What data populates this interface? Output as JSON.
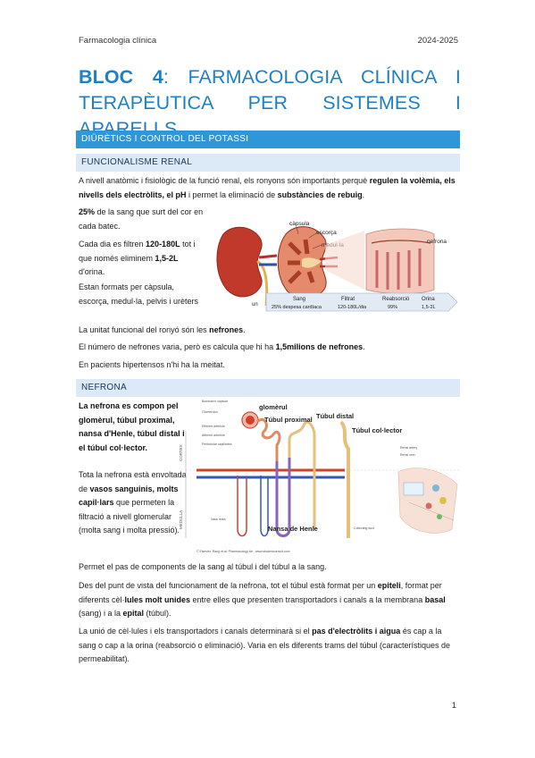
{
  "header": {
    "course": "Farmacologia clínica",
    "year": "2024-2025"
  },
  "title": {
    "bloc": "BLOC 4",
    "rest_line1": ": FARMACOLOGIA CLÍNICA I",
    "line2": "TERAPÈUTICA PER SISTEMES I APARELLS"
  },
  "section": "DIÜRÈTICS I CONTROL DEL POTASSI",
  "subsection1": "FUNCIONALISME RENAL",
  "intro": {
    "t1": "A nivell anatòmic i fisiològic de la funció renal, els ronyons són importants perquè ",
    "b1": "regulen la volèmia, els nivells dels electròlits, el pH",
    "t2": " i permet la eliminació de ",
    "b2": "substàncies de rebuig",
    "t3": "."
  },
  "p25": {
    "b": "25%",
    "t": " de la sang que surt del cor en cada batec."
  },
  "filtration": {
    "t1": "Cada dia es filtren ",
    "b1": "120-180L",
    "t2": " tot i que només eliminem ",
    "b2": "1,5-2L",
    "t3": " d'orina."
  },
  "formed": "Estan formats per càpsula, escorça, medul·la, pelvis i urèters",
  "kidney_fig": {
    "labels": {
      "capsula": "càpsula",
      "escorca": "escorça",
      "medulla": "medul·la",
      "nefrona": "nefrona"
    },
    "table_headers": [
      "Sang",
      "Filtrat",
      "Reabsorció",
      "Orina"
    ],
    "table_row_label": "un",
    "table_values": [
      "25% despesa cardíaca",
      "120-180L/dia",
      "99%",
      "1,5-2L"
    ]
  },
  "unit": {
    "t1": "La unitat funcional del ronyó són les ",
    "b1": "nefrones",
    "t2": "."
  },
  "count": {
    "t1": "El número de nefrones varia, però es calcula que hi ha ",
    "b1": "1,5milions de nefrones",
    "t2": "."
  },
  "hypertensive": "En pacients hipertensos n'hi ha la meitat.",
  "subsection2": "NEFRONA",
  "nephron_text": {
    "b1": "La nefrona es compon pel glomèrul, túbul proximal, nansa d'Henle, túbul distal i el túbul col·lector.",
    "t1": "Tota la nefrona està envoltada de ",
    "b2": "vasos sanguinis, molts capil·lars",
    "t2": " que permeten la filtració a nivell glomerular (molta sang i molta pressió)."
  },
  "nephron_fig": {
    "glomerul": "glomèrul",
    "tubul_proximal": "Túbul proximal",
    "tubul_distal": "Túbul distal",
    "tubul_collector": "Túbul col·lector",
    "nansa": "Nansa de Henle",
    "cortex": "CORTEX",
    "medulla": "MEDULLA",
    "small_labels": [
      "Bowman's capsule",
      "Glomerulus",
      "Efferent arteriole",
      "Afferent arteriole",
      "Peritubular capillaries",
      "Collecting duct",
      "Renal artery",
      "Renal vein",
      "Vasa recta"
    ],
    "credit": "© Elsevier. Rang et al: Pharmacology 6e - www.studentconsult.com"
  },
  "passage": "Permet el pas de components de la sang al túbul i del túbul a la sang.",
  "epithel": {
    "t1": "Des del punt de vista del funcionament de la nefrona, tot el túbul està format per un ",
    "b1": "epiteli",
    "t2": ", format per diferents cèl·",
    "b2": "lules molt unides",
    "t3": " entre elles que presenten transportadors i canals a la membrana ",
    "b3": "basal",
    "t4": " (sang) i a la ",
    "b4": "epital",
    "t5": " (túbul)."
  },
  "union": {
    "t1": "La unió de cèl·lules i els transportadors i canals determinarà si el ",
    "b1": "pas d'electròlits i aigua",
    "t2": " és cap a la sang o cap a la orina (reabsorció o eliminació). Varia en els diferents trams del túbul (característiques de permeabilitat)."
  },
  "page_number": "1",
  "colors": {
    "title": "#1e7fc4",
    "section_bar": "#2f96d8",
    "subsection_bar": "#dbeaf6"
  }
}
